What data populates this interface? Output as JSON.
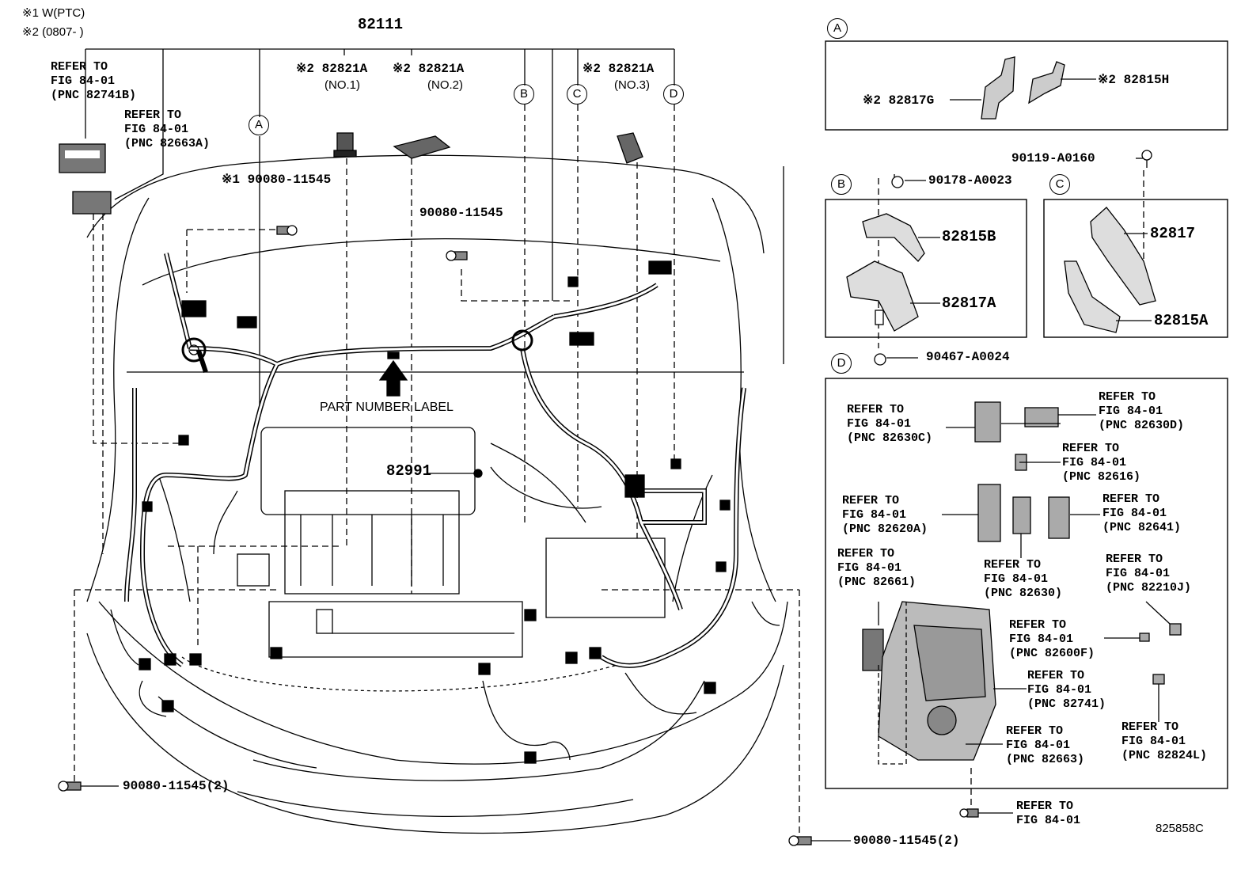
{
  "notes": {
    "n1": "※1 W(PTC)",
    "n2": "※2 (0807-      )"
  },
  "main_part": "82111",
  "refer": {
    "r82741B": [
      "REFER TO",
      "FIG 84-01",
      "(PNC 82741B)"
    ],
    "r82663A": [
      "REFER TO",
      "FIG 84-01",
      "(PNC 82663A)"
    ],
    "d82630C": [
      "REFER TO",
      "FIG 84-01",
      "(PNC 82630C)"
    ],
    "d82630D": [
      "REFER TO",
      "FIG 84-01",
      "(PNC 82630D)"
    ],
    "d82616": [
      "REFER TO",
      "FIG 84-01",
      "(PNC 82616)"
    ],
    "d82620A": [
      "REFER TO",
      "FIG 84-01",
      "(PNC 82620A)"
    ],
    "d82641": [
      "REFER TO",
      "FIG 84-01",
      "(PNC 82641)"
    ],
    "d82661": [
      "REFER TO",
      "FIG 84-01",
      "(PNC 82661)"
    ],
    "d82630": [
      "REFER TO",
      "FIG 84-01",
      "(PNC 82630)"
    ],
    "d82210J": [
      "REFER TO",
      "FIG 84-01",
      "(PNC 82210J)"
    ],
    "d82600F": [
      "REFER TO",
      "FIG 84-01",
      "(PNC 82600F)"
    ],
    "d82741": [
      "REFER TO",
      "FIG 84-01",
      "(PNC 82741)"
    ],
    "d82663": [
      "REFER TO",
      "FIG 84-01",
      "(PNC 82663)"
    ],
    "d82824L": [
      "REFER TO",
      "FIG 84-01",
      "(PNC 82824L)"
    ],
    "dbottom": [
      "REFER TO",
      "FIG 84-01"
    ]
  },
  "parts": {
    "p82821A_1": "※2 82821A",
    "p82821A_1_no": "(NO.1)",
    "p82821A_2": "※2 82821A",
    "p82821A_2_no": "(NO.2)",
    "p82821A_3": "※2 82821A",
    "p82821A_3_no": "(NO.3)",
    "p90080_n1": "※1 90080-11545",
    "p90080_a": "90080-11545",
    "p82991": "82991",
    "part_number_label": "PART NUMBER LABEL",
    "p90080_left": "90080-11545(2)",
    "p90080_right": "90080-11545(2)",
    "p82815H": "※2 82815H",
    "p82817G": "※2 82817G",
    "p90119": "90119-A0160",
    "p90178": "90178-A0023",
    "p82815B": "82815B",
    "p82817A": "82817A",
    "p90467": "90467-A0024",
    "p82817": "82817",
    "p82815A": "82815A"
  },
  "callouts": {
    "A": "A",
    "B": "B",
    "C": "C",
    "D": "D"
  },
  "figure_code": "825858C"
}
